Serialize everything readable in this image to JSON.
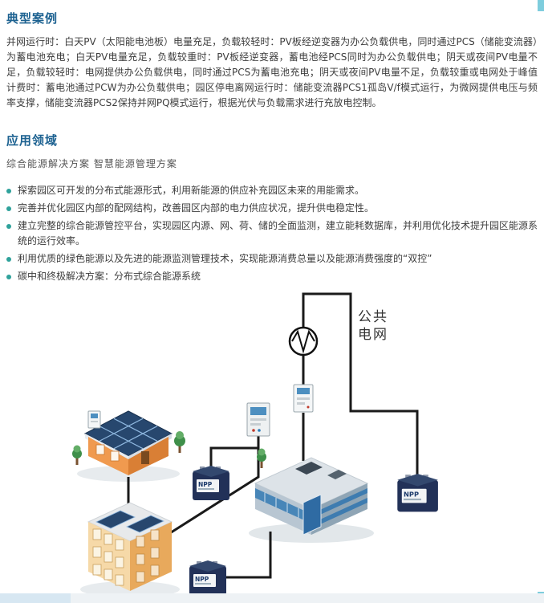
{
  "theme": {
    "heading_color": "#1d6291",
    "bullet_color": "#2fa29b",
    "body_color": "#3d3d3d",
    "edge_accent_color": "#7ecddd",
    "wire_color": "#1a1a1a"
  },
  "case_section": {
    "title": "典型案例",
    "body": "并网运行时：白天PV（太阳能电池板）电量充足，负载较轻时：PV板经逆变器为办公负载供电，同时通过PCS（储能变流器）为蓄电池充电；白天PV电量充足，负载较重时：PV板经逆变器，蓄电池经PCS同时为办公负载供电；阴天或夜间PV电量不足，负载较轻时：电网提供办公负载供电，同时通过PCS为蓄电池充电；阴天或夜间PV电量不足，负载较重或电网处于峰值计费时：蓄电池通过PCW为办公负载供电；园区停电离网运行时：储能变流器PCS1孤岛V/f模式运行，为微网提供电压与频率支撑，储能变流器PCS2保持并网PQ模式运行，根据光伏与负载需求进行充放电控制。"
  },
  "application_section": {
    "title": "应用领域",
    "subtitle": "综合能源解决方案 智慧能源管理方案",
    "bullets": [
      "探索园区可开发的分布式能源形式，利用新能源的供应补充园区未来的用能需求。",
      "完善并优化园区内部的配网结构，改善园区内部的电力供应状况，提升供电稳定性。",
      "建立完整的综合能源管控平台，实现园区内源、网、荷、储的全面监测，建立能耗数据库，并利用优化技术提升园区能源系统的运行效率。",
      "利用优质的绿色能源以及先进的能源监测管理技术，实现能源消费总量以及能源消费强度的“双控”",
      "碳中和终极解决方案：分布式综合能源系统"
    ]
  },
  "diagram": {
    "grid_label": "公共电网",
    "battery_label": "NPP"
  }
}
